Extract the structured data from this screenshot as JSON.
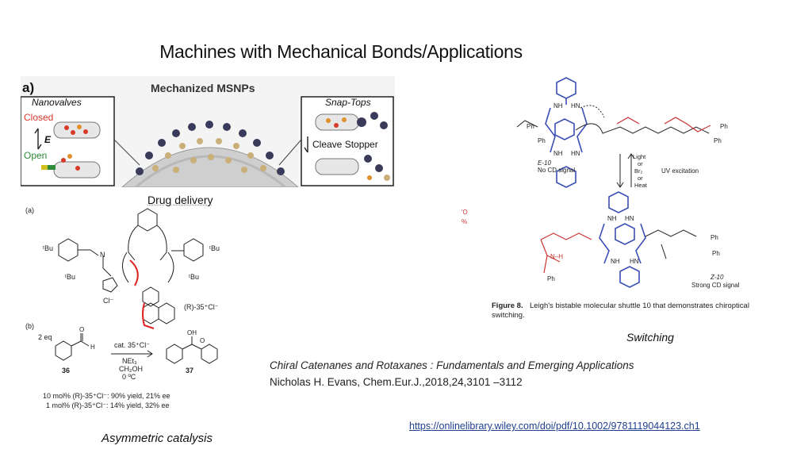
{
  "slide": {
    "title": "Machines with Mechanical Bonds/Applications"
  },
  "mechanized_panel": {
    "label": "a)",
    "center_title": "Mechanized MSNPs",
    "nanovalves": {
      "title": "Nanovalves",
      "closed": "Closed",
      "open": "Open",
      "arrow_label": "E"
    },
    "snap_tops": {
      "title": "Snap-Tops",
      "cleave": "Cleave Stopper"
    },
    "colors": {
      "closed": "#d83a2a",
      "open": "#2e8b3a",
      "particle": "#c9b079"
    }
  },
  "catalysis_panel": {
    "label_a": "(a)",
    "label_b": "(b)",
    "tbu": "ᵗBu",
    "n_atom": "N",
    "chloride": "Cl⁻",
    "compound": "(R)-35⁺Cl⁻",
    "reagent_eq": "2 eq",
    "reagent_h": "H",
    "reagent_o": "O",
    "cat": "cat. 35⁺Cl⁻",
    "base": "NEt₃",
    "solvent": "CH₂OH",
    "temp": "0 ºC",
    "compound_36": "36",
    "compound_37": "37",
    "product_oh": "OH",
    "product_o": "O",
    "result_1": "10 mol% (R)-35⁺Cl⁻: 90% yield, 21% ee",
    "result_2": "1 mol% (R)-35⁺Cl⁻: 14% yield, 32% ee"
  },
  "shuttle_panel": {
    "e_label": "E-10",
    "e_note": "No CD signal",
    "z_label": "Z-10",
    "z_note": "Strong CD signal",
    "stimulus": "Light\nor\nBr₂\nor\nHeat",
    "uv": "UV excitation",
    "ph": "Ph",
    "nh": "NH",
    "hn": "HN",
    "n_h": "N–H",
    "figure_label": "Figure 8.",
    "figure_caption_1": "Leigh's bistable molecular shuttle 10 that demonstrates chiroptical",
    "figure_caption_2": "switching.",
    "side_fragment_1": "'O",
    "side_fragment_2": "%"
  },
  "captions": {
    "drug_delivery": "Drug delivery",
    "switching": "Switching",
    "asymmetric": "Asymmetric catalysis"
  },
  "citation": {
    "title": "Chiral Catenanes and Rotaxanes : Fundamentals and Emerging Applications",
    "authors": "Nicholas H. Evans, Chem.Eur.J.,2018,24,3101 –3112"
  },
  "link": {
    "text": "https://onlinelibrary.wiley.com/doi/pdf/10.1002/9781119044123.ch1"
  }
}
